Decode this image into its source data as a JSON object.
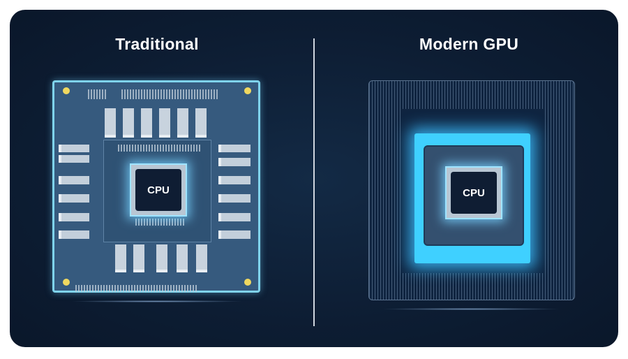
{
  "left_panel": {
    "title": "Traditional",
    "chip_label": "CPU"
  },
  "right_panel": {
    "title": "Modern GPU",
    "chip_label": "CPU"
  },
  "colors": {
    "background": "#0d1d33",
    "left_board": "#365a7e",
    "glow": "#3fd0ff",
    "mount_dot": "#f0d860"
  }
}
